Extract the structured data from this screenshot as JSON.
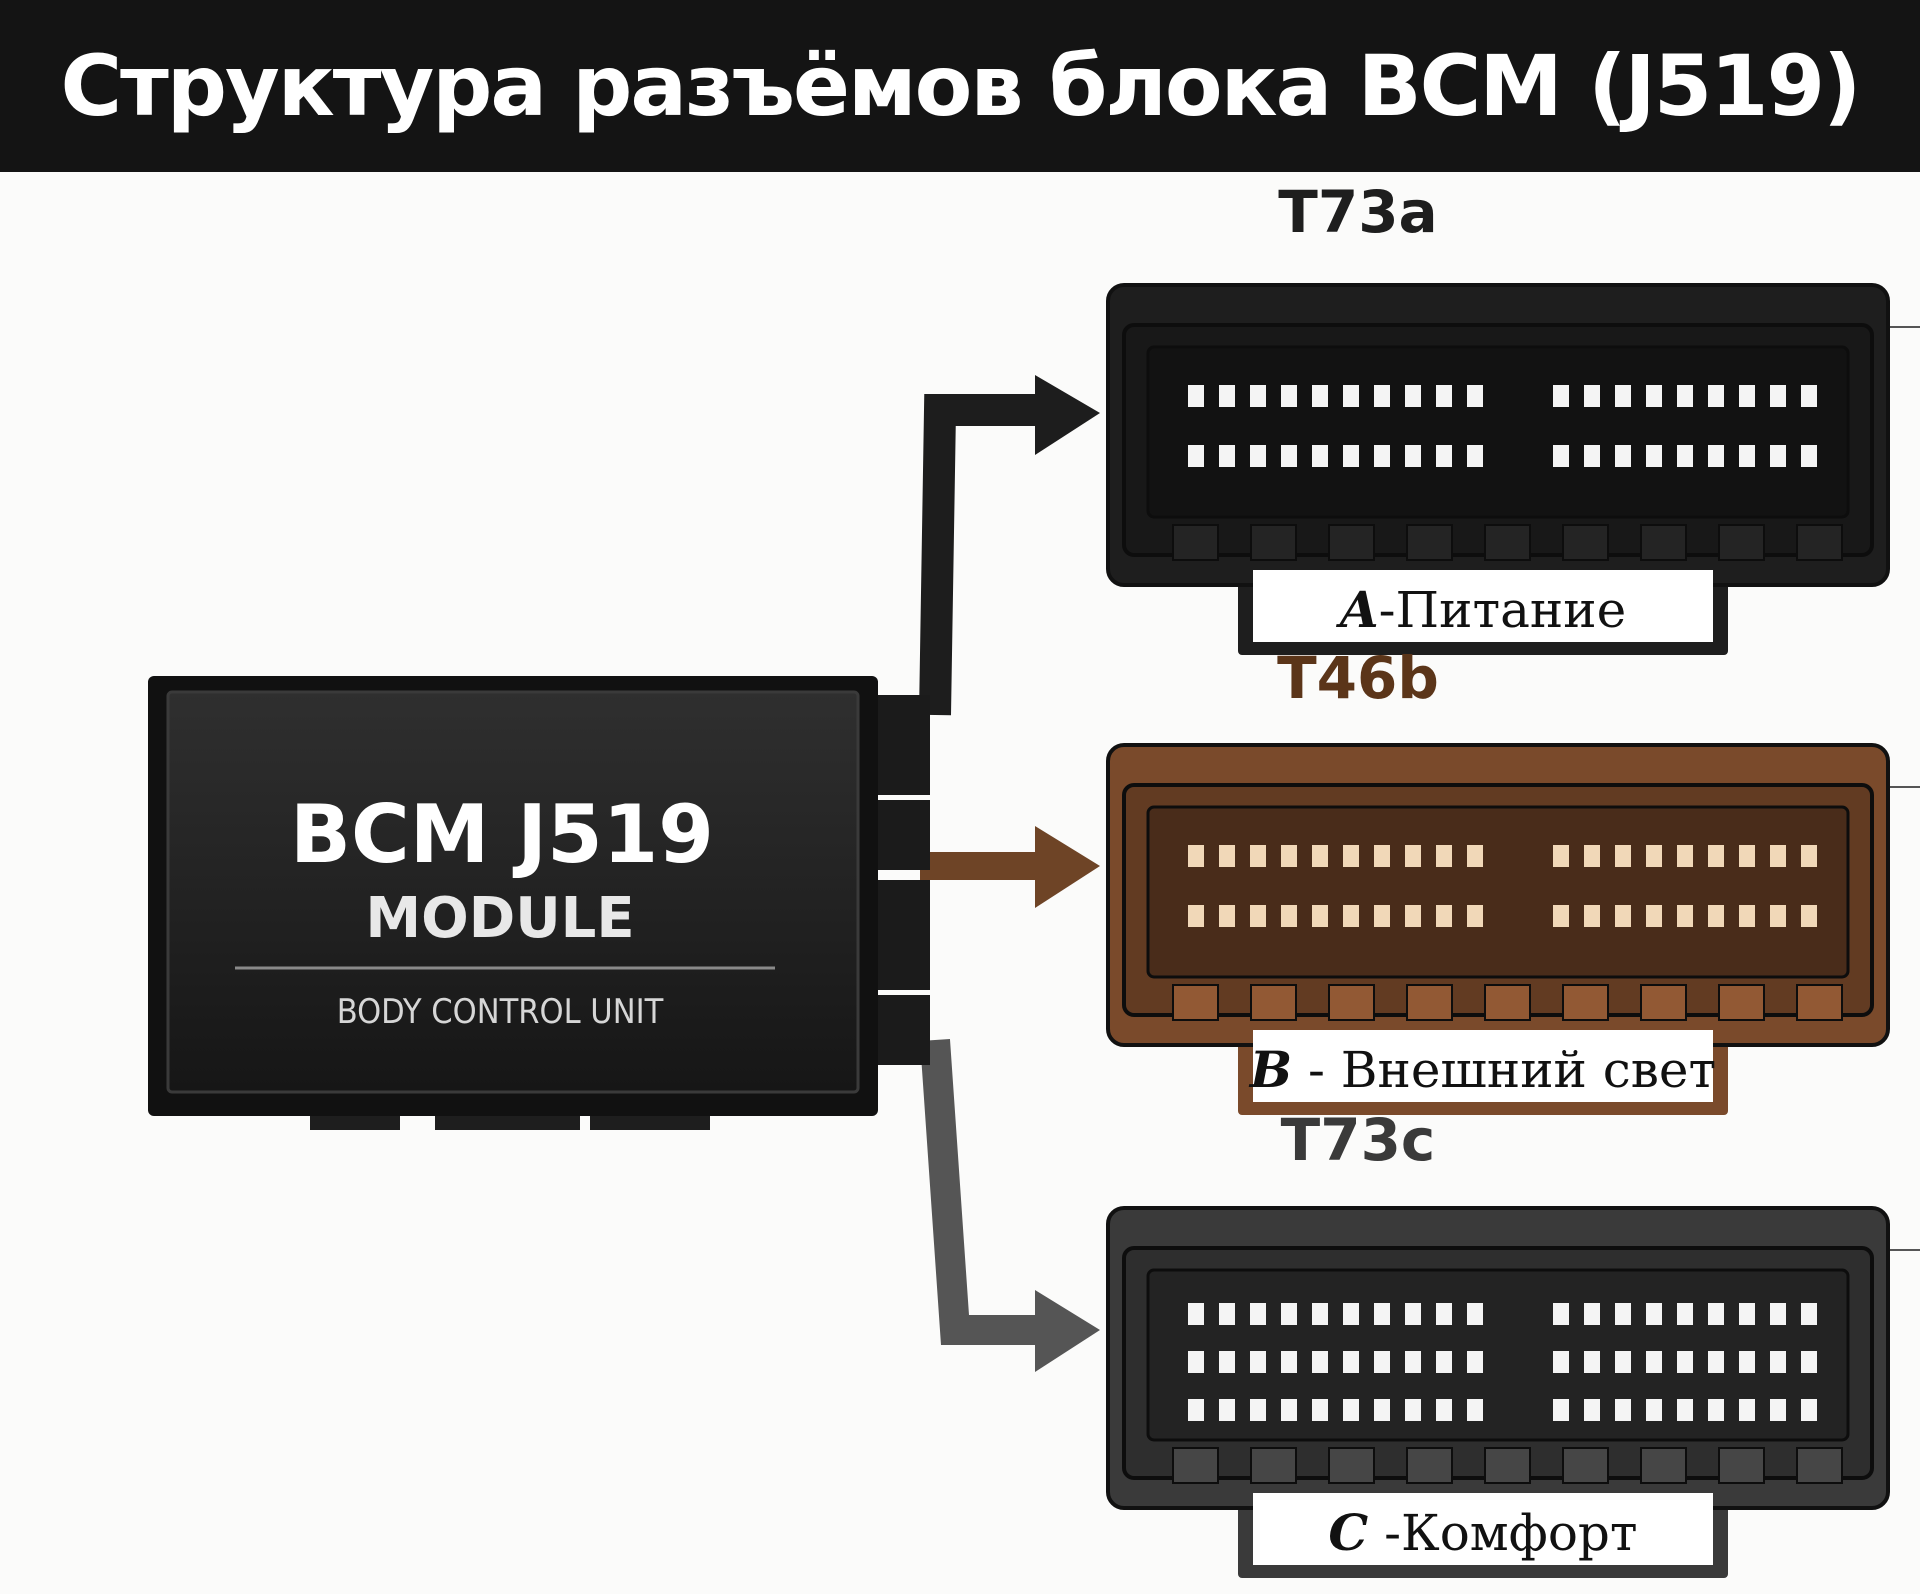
{
  "title": "Структура разъёмов блока BCM (J519)",
  "module": {
    "name": "BCM J519",
    "subtitle": "MODULE",
    "caption": "BODY CONTROL UNIT"
  },
  "connectors": [
    {
      "id": "T73a",
      "letter": "A",
      "label": "-Питание",
      "color": "#1e1e1e",
      "pin_rows": 2
    },
    {
      "id": "T46b",
      "letter": "B",
      "label": " - Внешний свет",
      "color": "#7a4a2b",
      "pin_rows": 2
    },
    {
      "id": "T73c",
      "letter": "C",
      "label": " -Комфорт",
      "color": "#3a3a3a",
      "pin_rows": 3
    }
  ]
}
